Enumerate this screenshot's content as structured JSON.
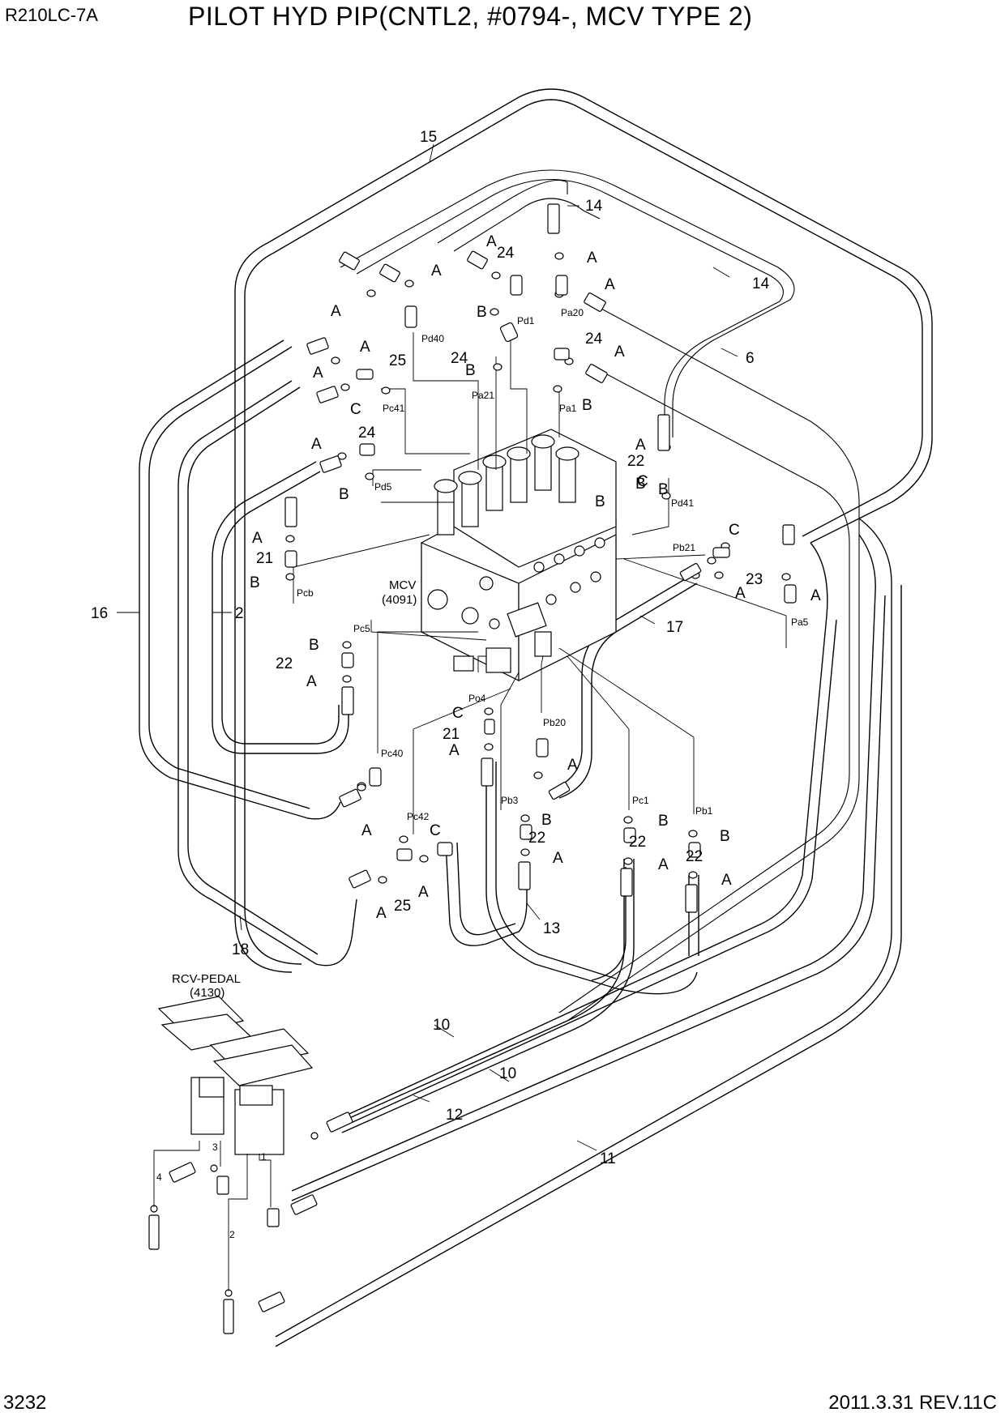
{
  "header": {
    "model": "R210LC-7A",
    "title": "PILOT HYD PIP(CNTL2, #0794-, MCV TYPE 2)"
  },
  "footer": {
    "page_number": "3232",
    "revision": "2011.3.31 REV.11C"
  },
  "components": {
    "mcv_name": "MCV",
    "mcv_ref": "(4091)",
    "pedal_name": "RCV-PEDAL",
    "pedal_ref": "(4130)"
  },
  "callouts": [
    "15",
    "14",
    "14",
    "6",
    "16",
    "2",
    "17",
    "18",
    "13",
    "10",
    "10",
    "12",
    "11",
    "24",
    "24",
    "24",
    "24",
    "25",
    "25",
    "22",
    "22",
    "22",
    "22",
    "22",
    "21",
    "21",
    "23",
    "A",
    "A",
    "A",
    "A",
    "A",
    "A",
    "A",
    "A",
    "A",
    "A",
    "A",
    "A",
    "A",
    "A",
    "A",
    "A",
    "A",
    "A",
    "A",
    "A",
    "A",
    "A",
    "B",
    "B",
    "B",
    "B",
    "B",
    "B",
    "B",
    "B",
    "B",
    "B",
    "B",
    "B",
    "C",
    "C",
    "C",
    "C",
    "C"
  ],
  "ports": [
    "Pd1",
    "Pa20",
    "Pd40",
    "Pa21",
    "Pa1",
    "Pc41",
    "Pd5",
    "Pd41",
    "Pb21",
    "Pcb",
    "Pc5",
    "Pa5",
    "Po4",
    "Pb20",
    "Pc40",
    "Pb3",
    "Pc1",
    "Pb1",
    "Pc42"
  ],
  "pedal_ports": [
    "4",
    "3",
    "1",
    "2"
  ]
}
